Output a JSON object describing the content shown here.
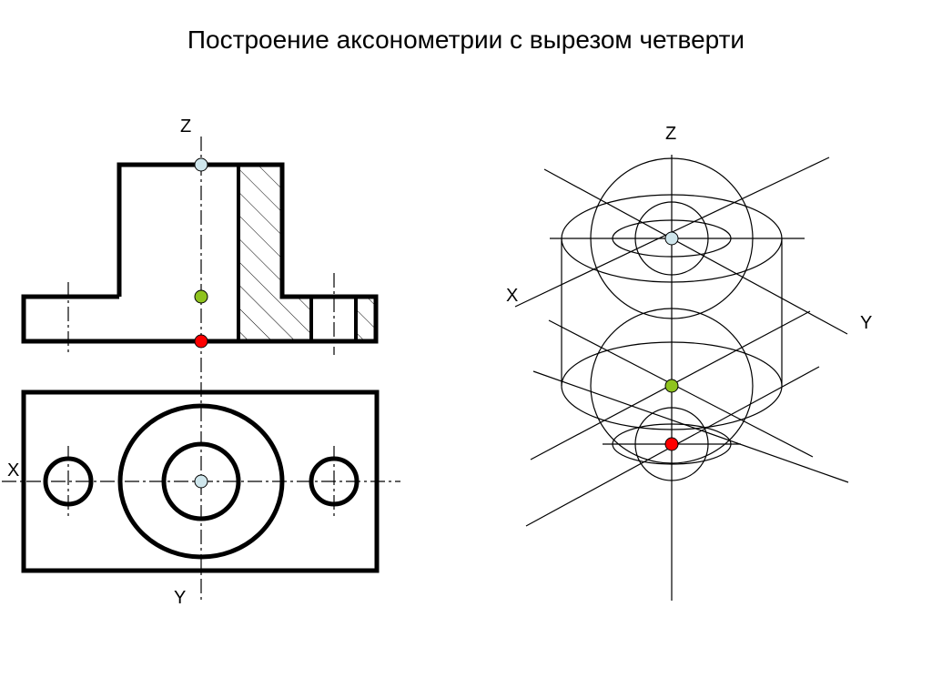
{
  "title": "Построение аксонометрии с вырезом четверти",
  "ortho_labels": {
    "z": "Z",
    "x": "X",
    "y": "Y"
  },
  "iso_labels": {
    "z": "Z",
    "x": "X",
    "y": "Y"
  },
  "colors": {
    "top_point": "#cfe6ec",
    "middle_point": "#8fc31f",
    "bottom_point": "#ff0000",
    "line": "#000000"
  }
}
